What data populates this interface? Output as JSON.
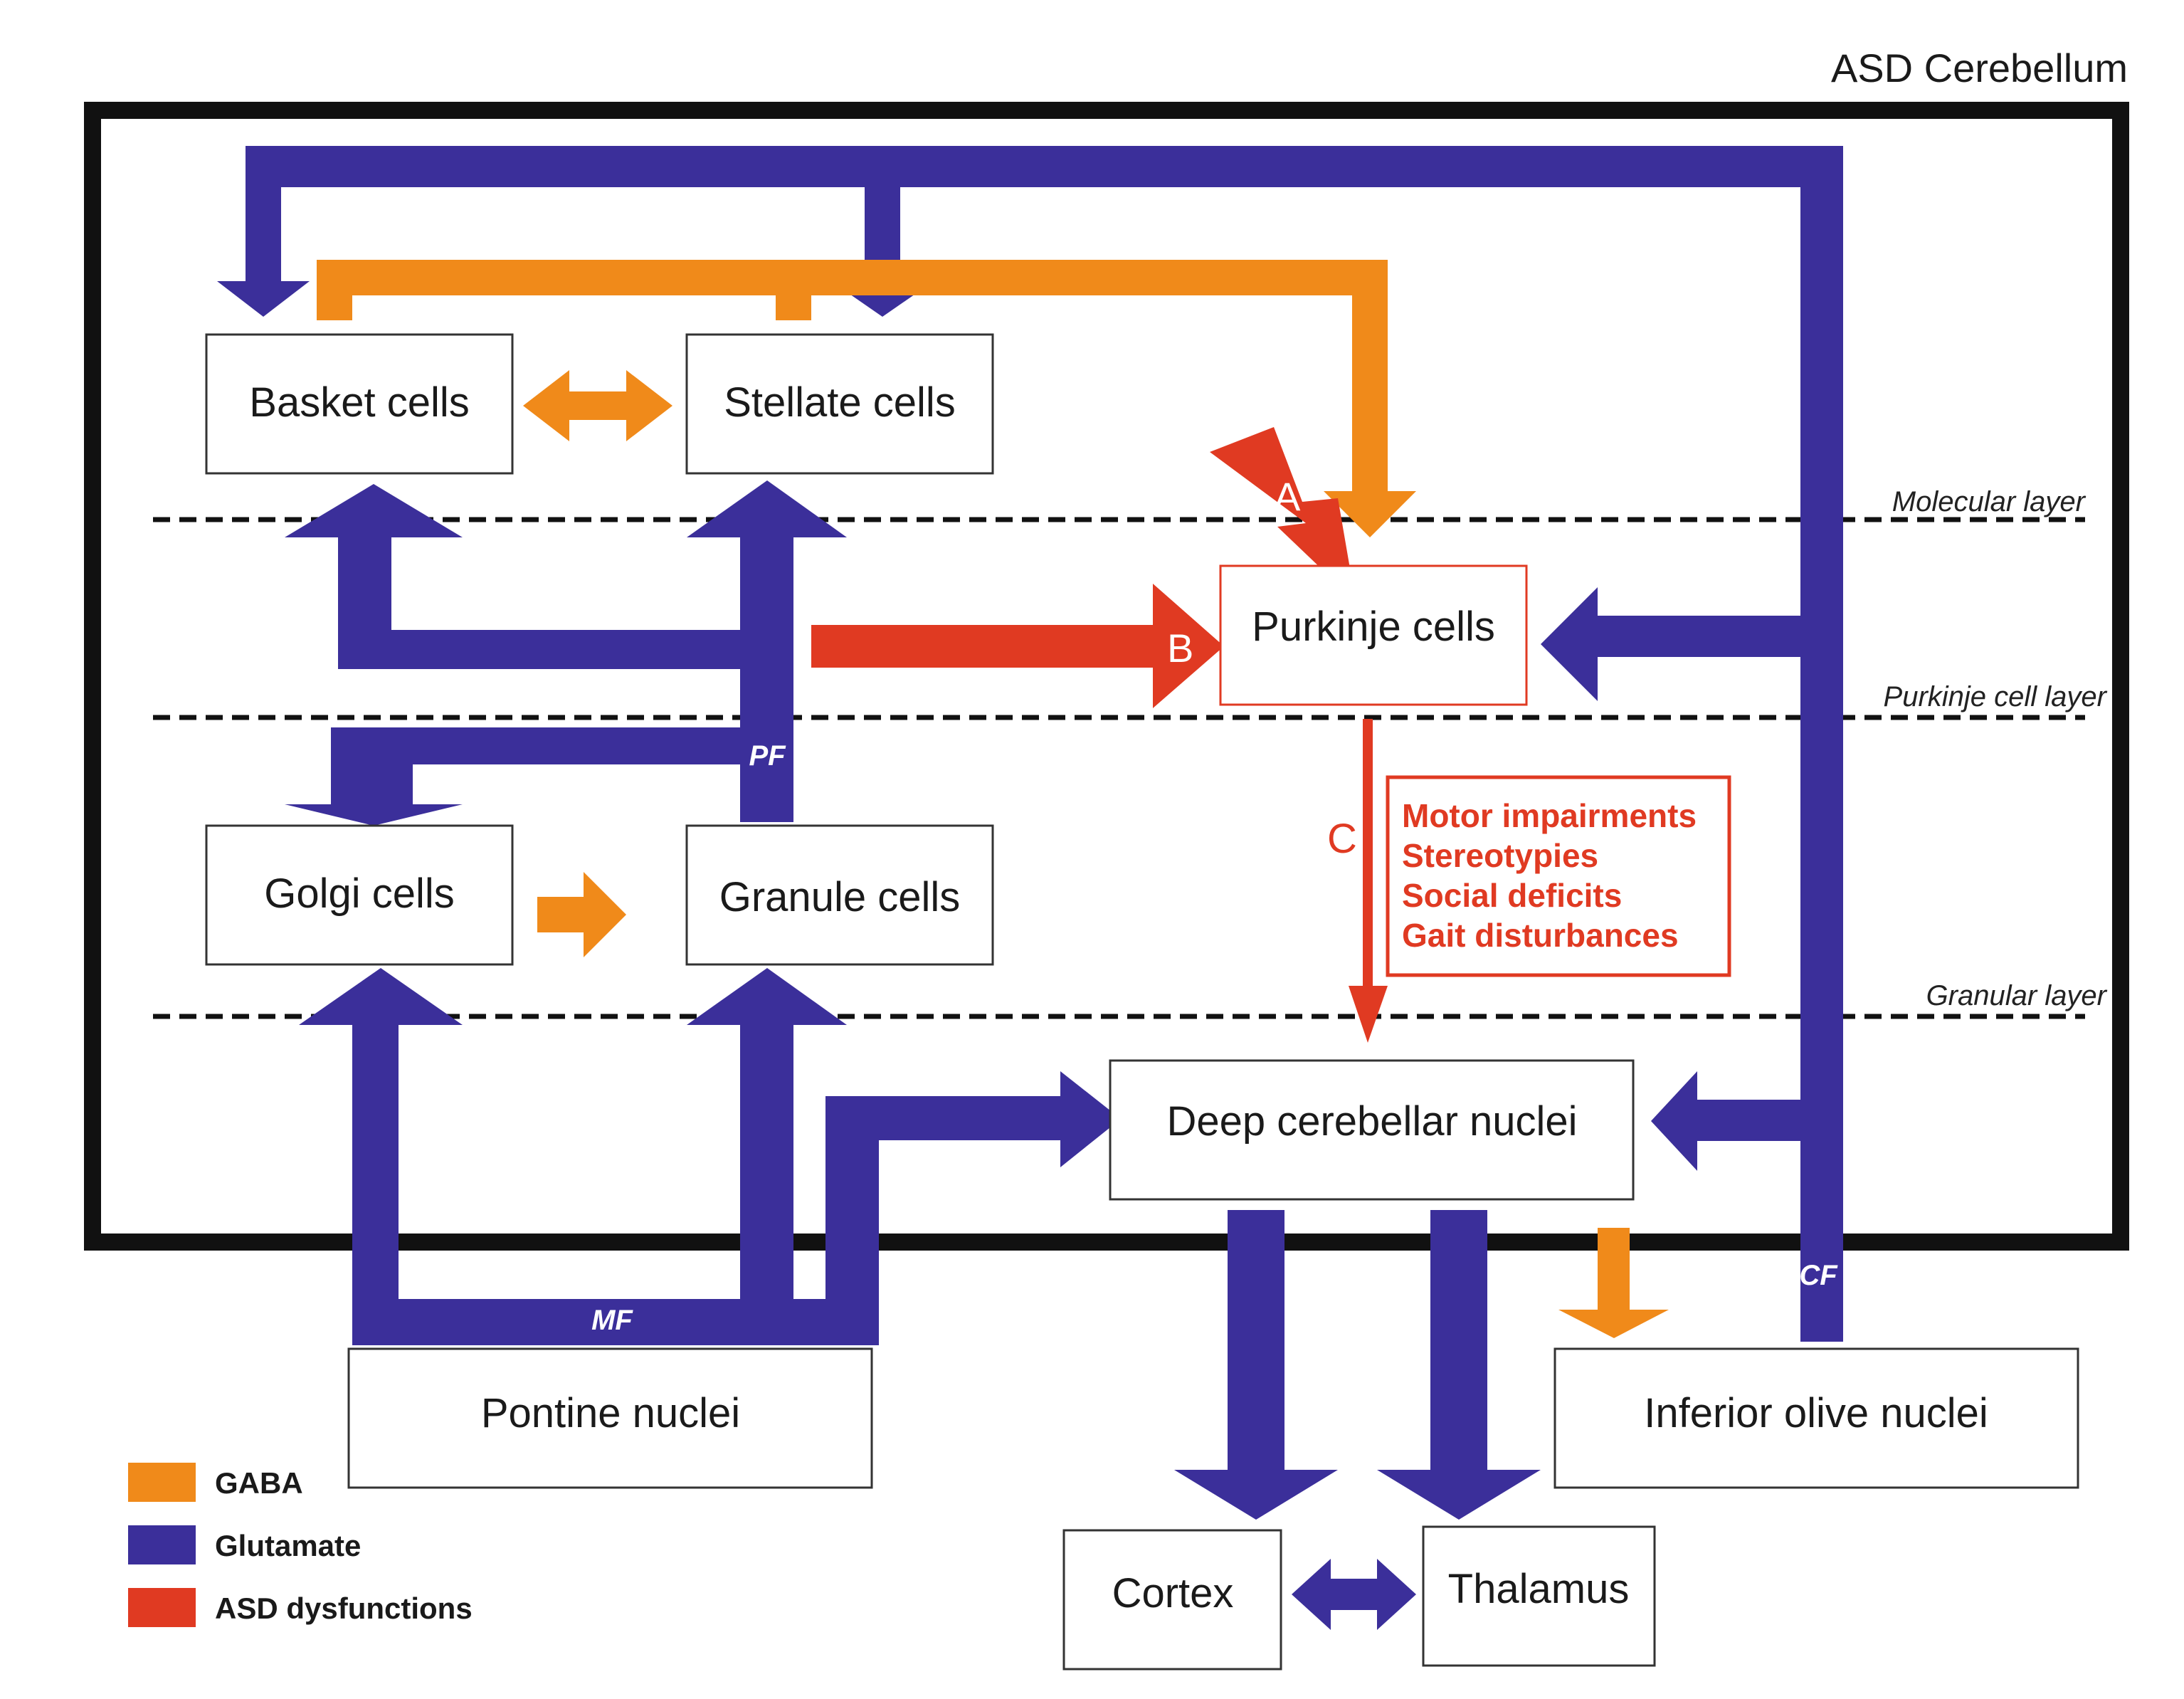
{
  "title": "ASD Cerebellum",
  "colors": {
    "gaba": "#f08a1a",
    "glutamate": "#3b2f9a",
    "asd": "#e03a22",
    "frame": "#111111"
  },
  "boxes": {
    "basket": "Basket cells",
    "stellate": "Stellate cells",
    "purkinje": "Purkinje cells",
    "golgi": "Golgi cells",
    "granule": "Granule cells",
    "dcn": "Deep cerebellar nuclei",
    "pontine": "Pontine nuclei",
    "olive": "Inferior olive nuclei",
    "cortex": "Cortex",
    "thalamus": "Thalamus"
  },
  "layers": {
    "molecular": "Molecular layer",
    "purkinje": "Purkinje cell layer",
    "granular": "Granular layer"
  },
  "fibers": {
    "pf": "PF",
    "mf": "MF",
    "cf": "CF"
  },
  "markers": {
    "a": "A",
    "b": "B",
    "c": "C"
  },
  "impairments": [
    "Motor impairments",
    "Stereotypies",
    "Social deficits",
    "Gait disturbances"
  ],
  "legend": [
    {
      "label": "GABA",
      "color": "#f08a1a"
    },
    {
      "label": "Glutamate",
      "color": "#3b2f9a"
    },
    {
      "label": "ASD dysfunctions",
      "color": "#e03a22"
    }
  ]
}
